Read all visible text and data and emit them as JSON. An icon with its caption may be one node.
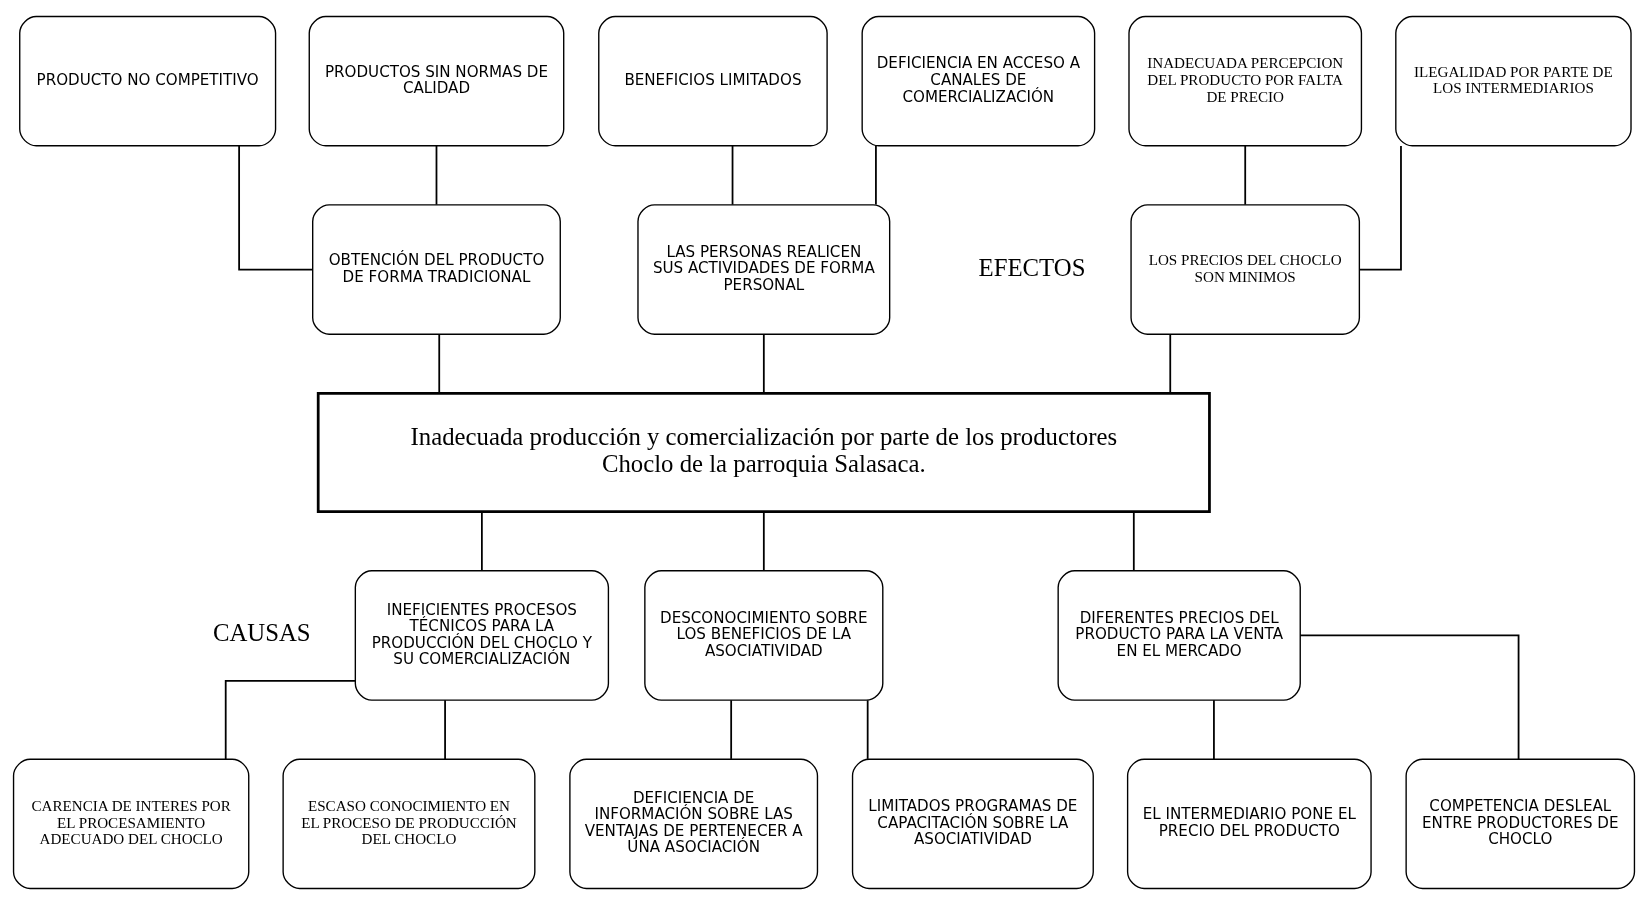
{
  "diagram": {
    "nodes": [
      {
        "text": [
          "INADECUADA PERCEPCION DEL PRODUCTO POR FALTA DE PRECIO"
        ]
      },
      {
        "text": [
          "ILEGALIDAD POR PARTE DE LOS INTERMEDIARIOS"
        ]
      },
      {
        "text": [
          "PRODUCTO NO COMPETITIVO"
        ]
      },
      {
        "text": [
          "PRODUCTOS SIN NORMAS DE CALIDAD"
        ]
      },
      {
        "text": [
          "BENEFICIOS LIMITADOS"
        ]
      },
      {
        "text": [
          "DEFICIENCIA EN ACCESO A CANALES DE COMERCIALIZACIÓN"
        ]
      },
      {
        "text": [
          "LOS PRECIOS DEL CHOCLO SON MINIMOS"
        ]
      },
      {
        "text": [
          "OBTENCIÓN DEL PRODUCTO DE FORMA TRADICIONAL"
        ]
      },
      {
        "text": [
          "LAS PERSONAS REALICEN SUS ACTIVIDADES DE FORMA PERSONAL"
        ]
      },
      {
        "text": [
          "Inadecuada producción y comercialización por parte de los productores Choclo de la parroquia Salasaca."
        ]
      },
      {
        "text": [
          "DIFERENTES PRECIOS DEL PRODUCTO PARA LA VENTA EN EL MERCADO"
        ]
      },
      {
        "text": [
          "INEFICIENTES PROCESOS TÉCNICOS PARA LA PRODUCCIÓN DEL CHOCLO Y SU COMERCIALIZACIÓN"
        ]
      },
      {
        "text": [
          "DESCONOCIMIENTO SOBRE LOS BENEFICIOS DE LA ASOCIATIVIDAD"
        ]
      },
      {
        "text": [
          "EL INTERMEDIARIO PONE EL PRECIO DEL PRODUCTO"
        ]
      },
      {
        "text": [
          "COMPETENCIA DESLEAL ENTRE PRODUCTORES DE CHOCLO"
        ]
      },
      {
        "text": [
          "CARENCIA DE INTERES POR EL PROCESAMIENTO ADECUADO DEL CHOCLO"
        ]
      },
      {
        "text": [
          "ESCASO CONOCIMIENTO EN EL PROCESO DE PRODUCCIÓN DEL CHOCLO"
        ]
      },
      {
        "text": [
          "DEFICIENCIA DE INFORMACIÓN SOBRE LAS VENTAJAS DE PERTENECER A UNA ASOCIACIÓN"
        ]
      },
      {
        "text": [
          "LIMITADOS PROGRAMAS DE CAPACITACIÓN SOBRE LA ASOCIATIVIDAD"
        ]
      }
    ],
    "edges": [
      {
        "from": 0,
        "to": 6,
        "arrow": "none"
      },
      {
        "from": 1,
        "to": 6,
        "arrow": "none"
      },
      {
        "from": 2,
        "to": 7,
        "arrow": "none"
      },
      {
        "from": 3,
        "to": 7,
        "arrow": "none"
      },
      {
        "from": 4,
        "to": 8,
        "arrow": "none"
      },
      {
        "from": 5,
        "to": 8,
        "arrow": "none"
      },
      {
        "from": 6,
        "to": 9,
        "arrow": "none"
      },
      {
        "from": 7,
        "to": 9,
        "arrow": "none"
      },
      {
        "from": 8,
        "to": 9,
        "arrow": "none"
      },
      {
        "from": 9,
        "to": 10,
        "arrow": "none"
      },
      {
        "from": 9,
        "to": 11,
        "arrow": "none"
      },
      {
        "from": 9,
        "to": 12,
        "arrow": "none"
      },
      {
        "from": 10,
        "to": 13,
        "arrow": "none"
      },
      {
        "from": 10,
        "to": 14,
        "arrow": "none"
      },
      {
        "from": 11,
        "to": 15,
        "arrow": "none"
      },
      {
        "from": 11,
        "to": 16,
        "arrow": "none"
      },
      {
        "from": 12,
        "to": 17,
        "arrow": "none"
      },
      {
        "from": 12,
        "to": 18,
        "arrow": "none"
      }
    ],
    "labels": [
      "EFECTOS",
      "CAUSAS"
    ]
  }
}
